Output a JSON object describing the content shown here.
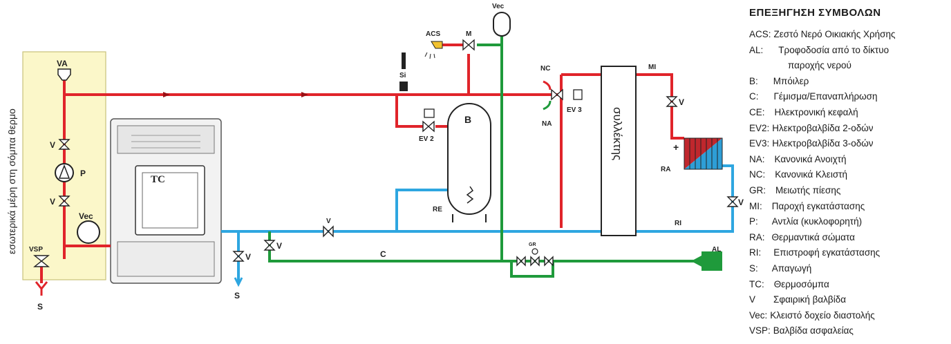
{
  "legend": {
    "title": "ΕΠΕΞΗΓΗΣΗ ΣΥΜΒΟΛΩΝ",
    "items": [
      {
        "code": "ACS:",
        "desc": "Ζεστό Νερό Οικιακής Χρήσης"
      },
      {
        "code": "AL:",
        "desc": "Τροφοδοσία από το δίκτυο",
        "desc2": "παροχής νερού"
      },
      {
        "code": "B:",
        "desc": "Μπόιλερ"
      },
      {
        "code": "C:",
        "desc": "Γέμισμα/Επαναπλήρωση"
      },
      {
        "code": "CE:",
        "desc": "Ηλεκτρονική κεφαλή"
      },
      {
        "code": "EV2:",
        "desc": "Ηλεκτροβαλβίδα 2-οδών"
      },
      {
        "code": "EV3:",
        "desc": "Ηλεκτροβαλβίδα 3-οδών"
      },
      {
        "code": "NA:",
        "desc": "Κανονικά Ανοιχτή"
      },
      {
        "code": "NC:",
        "desc": "Κανονικά Κλειστή"
      },
      {
        "code": "GR:",
        "desc": "Μειωτής πίεσης"
      },
      {
        "code": "MI:",
        "desc": "Παροχή εγκατάστασης"
      },
      {
        "code": "P:",
        "desc": "Αντλία (κυκλοφορητή)"
      },
      {
        "code": "RA:",
        "desc": "Θερμαντικά σώματα"
      },
      {
        "code": "RI:",
        "desc": "Επιστροφή εγκατάστασης"
      },
      {
        "code": "S:",
        "desc": "Απαγωγή"
      },
      {
        "code": "TC:",
        "desc": "Θερμοσόμπα"
      },
      {
        "code": "V",
        "desc": "Σφαιρική βαλβίδα"
      },
      {
        "code": "Vec:",
        "desc": "Κλειστό δοχείο διαστολής"
      },
      {
        "code": "VSP:",
        "desc": "Βαλβίδα ασφαλείας"
      }
    ]
  },
  "labels": {
    "side_text": "εσωτερικά μέρη στη σόμπα θερμο",
    "va": "VA",
    "v": "V",
    "p": "P",
    "vec": "Vec",
    "vsp": "VSP",
    "s": "S",
    "tc": "TC",
    "c": "C",
    "acs": "ACS",
    "m": "M",
    "si": "Si",
    "b": "B",
    "ev2": "EV 2",
    "re": "RE",
    "nc": "NC",
    "na": "NA",
    "ev3": "EV 3",
    "collector": "συλλέκτης",
    "mi": "MI",
    "ra": "RA",
    "ri": "RI",
    "al": "AL",
    "gr": "GR",
    "plus": "+"
  },
  "colors": {
    "supply": "#e0242a",
    "return": "#2ea6e0",
    "fill": "#1f9a3b",
    "stove_panel": "#fbf7c9"
  }
}
